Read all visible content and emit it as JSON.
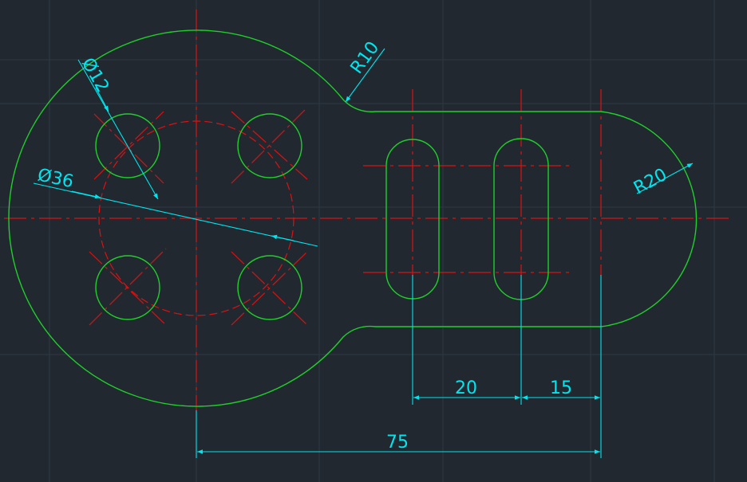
{
  "colors": {
    "background": "#212830",
    "grid": "#2e3742",
    "outline": "#1fcf2a",
    "centerline": "#e01010",
    "dimension": "#00e5ee"
  },
  "dimensions": {
    "big_hole_circle": "Ø36",
    "small_hole": "Ø12",
    "fillet": "R10",
    "end_radius": "R20",
    "slot_spacing": "20",
    "end_offset": "15",
    "overall_length": "75"
  }
}
